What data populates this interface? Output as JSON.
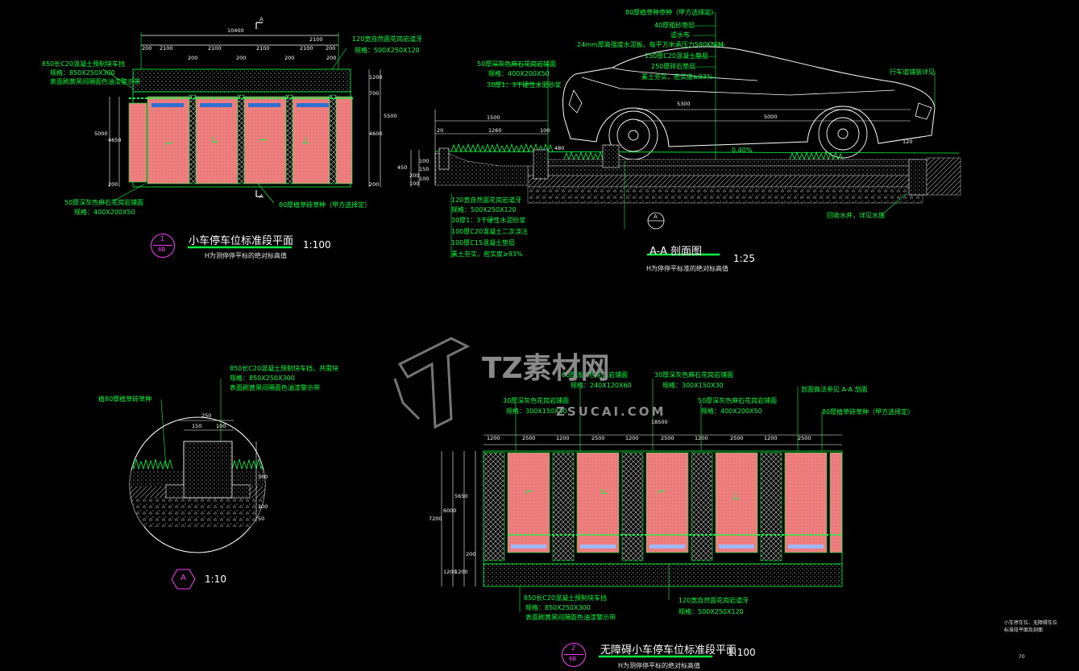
{
  "views": {
    "plan1": {
      "title": "小车停车位标准段平面",
      "scale": "1:100",
      "subtitle": "H为测停停平标的绝对标高值",
      "tag_num": "1",
      "tag_sheet": "6B",
      "section_mark": "A",
      "dims_top": [
        "10400",
        "200",
        "2100",
        "200",
        "2100",
        "200",
        "2100",
        "200",
        "2100",
        "200",
        "2100",
        "200"
      ],
      "dims_side": [
        "5000",
        "4650",
        "200",
        "700",
        "1200",
        "5500",
        "4600",
        "200"
      ],
      "callouts": [
        {
          "l1": "850长C20混凝土预制块车挡",
          "l2": "规格：850X250X300",
          "l3": "表面刷黄黑间隔面色油漆警示带"
        },
        {
          "l1": "120宽自然面花岗岩道牙",
          "l2": "规格：500X250X120"
        },
        {
          "l1": "50厚深灰色麻石花岗岩铺面",
          "l2": "规格：400X200X50"
        },
        {
          "l1": "80厚植草砖草种（甲方选择定）"
        }
      ]
    },
    "section": {
      "title": "A-A 剖面图",
      "scale": "1:25",
      "subtitle": "H为停停平标准的绝对标高值",
      "dims": [
        "1500",
        "1260",
        "5300",
        "5000",
        "20",
        "100",
        "450",
        "200",
        "100",
        "150",
        "480",
        "100",
        "100",
        "120"
      ],
      "grade": "0.40%",
      "tag": "A",
      "callouts_top": [
        "80厚植草种草种（甲方选择定）",
        "40厚粗砂垫层",
        "滤水布",
        "24mm厚高强度水泥板，每平方米承压力580KN/M",
        "150厚C20混凝土垫层",
        "250厚碎石垫层",
        "素土夯实，密实度≥93%"
      ],
      "callouts_left": [
        "50厚深灰色麻石花岗岩铺面",
        "规格：400X200X50",
        "30厚1：3干硬性水泥砂浆"
      ],
      "callouts_bottom": [
        "120宽自然面花岗岩道牙",
        "规格：500X250X120",
        "30厚1：3干硬性水泥砂浆",
        "100厚C20混凝土二次浇注",
        "100厚C15混凝土垫层",
        "素土夯实，密实度≥93%"
      ],
      "callouts_right": [
        "行车道铺装详见",
        "回收水井，详见水施"
      ]
    },
    "detail": {
      "tag": "A",
      "scale": "1:10",
      "dims": [
        "250",
        "150",
        "100",
        "300",
        "100",
        "50"
      ],
      "callouts": [
        {
          "l1": "850长C20混凝土预制块车挡，共需块",
          "l2": "规格：850X250X300",
          "l3": "表面刷黄黑间隔面色油漆警示带"
        },
        {
          "l1": "植80厚植草砖草种"
        }
      ]
    },
    "plan2": {
      "title": "无障碍小车停车位标准段平面",
      "scale": "1:100",
      "subtitle": "H为测停停平标的绝对标高值",
      "tag_num": "2",
      "tag_sheet": "6B",
      "dims_top": [
        "18500",
        "1200",
        "2500",
        "1200",
        "2500",
        "1200",
        "2500",
        "1200",
        "2500",
        "1200",
        "2500"
      ],
      "dims_side": [
        "7200",
        "6000",
        "5650",
        "200",
        "1200",
        "1200"
      ],
      "callouts": [
        {
          "l1": "60厚浅灰色花岗岩铺面",
          "l2": "规格：240X120X60"
        },
        {
          "l1": "30厚深灰色花岗岩铺面",
          "l2": "规格：300X150X30"
        },
        {
          "l1": "30厚深灰色麻石花岗岩铺面",
          "l2": "规格：300X150X30"
        },
        {
          "l1": "50厚深灰色麻石花岗岩铺面",
          "l2": "规格：400X200X50"
        },
        {
          "l1": "剖面做法参见 A-A 剖面"
        },
        {
          "l1": "80厚植草砖草种（甲方选择定）"
        },
        {
          "l1": "850长C20混凝土预制块车挡",
          "l2": "规格：850X250X300",
          "l3": "表面刷黄黑间隔面色油漆警示带"
        },
        {
          "l1": "120宽自然面花岗岩道牙",
          "l2": "规格：500X250X120"
        }
      ]
    }
  },
  "sheet_note": {
    "l1": "小车停车位、无障碍车位",
    "l2": "标准段平面及剖面",
    "page": "70"
  },
  "watermark": {
    "brand": "TZ素材网",
    "url": "ZSUCAI.COM"
  },
  "colors": {
    "background": "#000000",
    "lines": "#00ff3c",
    "paving": "#f08080",
    "text": "#ffffff",
    "tag": "#ff38ff",
    "watermark": "#8a8a8a"
  }
}
